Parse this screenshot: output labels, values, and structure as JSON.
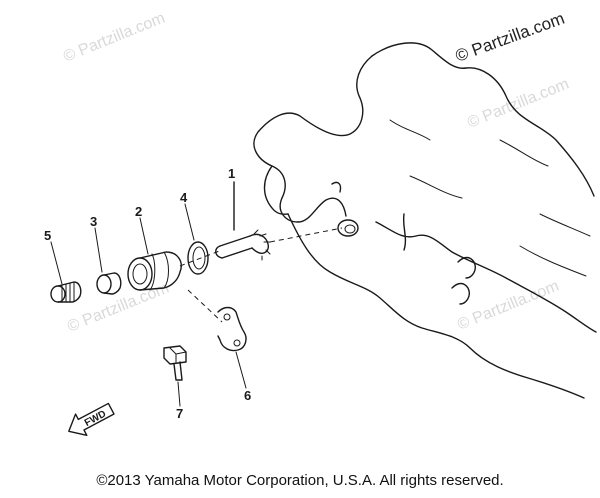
{
  "diagram": {
    "callouts": [
      "1",
      "2",
      "3",
      "4",
      "5",
      "6",
      "7"
    ],
    "direction_arrow": "FWD"
  },
  "watermarks": {
    "primary": "© Partzilla.com",
    "faint": "© Partzilla.com"
  },
  "footer": {
    "copyright": "©2013 Yamaha Motor Corporation, U.S.A. All rights reserved."
  }
}
